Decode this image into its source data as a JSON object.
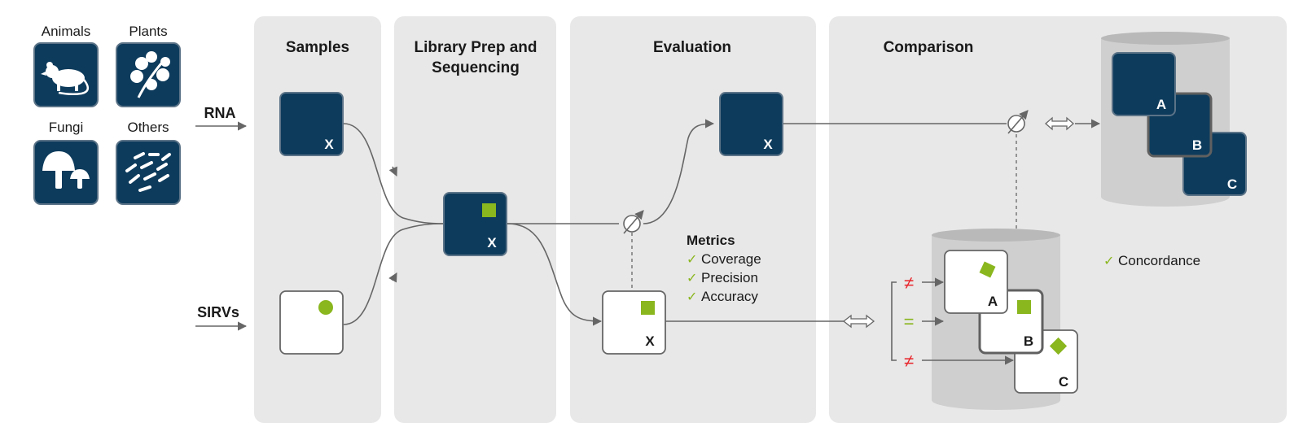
{
  "organisms": {
    "animals": "Animals",
    "plants": "Plants",
    "fungi": "Fungi",
    "others": "Others"
  },
  "inputs": {
    "rna": "RNA",
    "sirvs": "SIRVs"
  },
  "stages": {
    "samples": "Samples",
    "library_line1": "Library Prep and",
    "library_line2": "Sequencing",
    "evaluation": "Evaluation",
    "comparison": "Comparison"
  },
  "box_labels": {
    "x": "X",
    "a": "A",
    "b": "B",
    "c": "C"
  },
  "metrics": {
    "title": "Metrics",
    "items": [
      "Coverage",
      "Precision",
      "Accuracy"
    ],
    "check": "✓"
  },
  "concordance": "Concordance",
  "symbols": {
    "not_equal": "≠",
    "equal": "=",
    "empty_set": "∅"
  },
  "colors": {
    "panel": "#e8e8e8",
    "navy": "#0d3b5c",
    "green": "#8ab61e",
    "red": "#e8242a",
    "line": "#666666",
    "cylinder": "#cfcfcf",
    "cylinder_top": "#b9b9b9"
  }
}
